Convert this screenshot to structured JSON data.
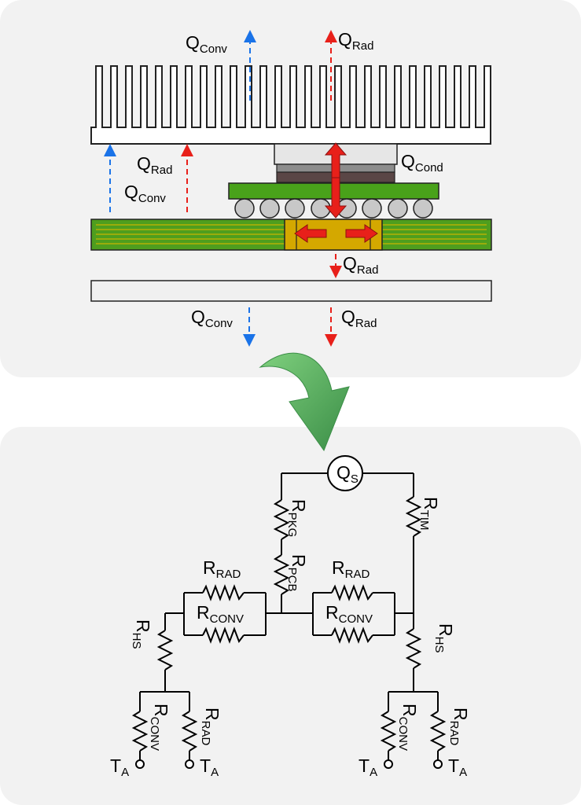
{
  "thermal_stack": {
    "labels": {
      "q_conv_top": {
        "main": "Q",
        "sub": "Conv"
      },
      "q_rad_top": {
        "main": "Q",
        "sub": "Rad"
      },
      "q_rad_side": {
        "main": "Q",
        "sub": "Rad"
      },
      "q_conv_side": {
        "main": "Q",
        "sub": "Conv"
      },
      "q_cond": {
        "main": "Q",
        "sub": "Cond"
      },
      "q_rad_mid": {
        "main": "Q",
        "sub": "Rad"
      },
      "q_conv_bottom": {
        "main": "Q",
        "sub": "Conv"
      },
      "q_rad_bottom": {
        "main": "Q",
        "sub": "Rad"
      }
    },
    "colors": {
      "heatsink_fill": "#ffffff",
      "panel_bg": "#f2f2f2",
      "conv_arrow": "#1a73e8",
      "rad_arrow": "#e8201a",
      "pcb_green": "#4e9e1e",
      "pcb_trace": "#c8b400",
      "package_green": "#49a21a",
      "ball_gray": "#c8c8c8",
      "tim_dark": "#5a4646",
      "tim_gray": "#8c8c8c",
      "via_gold": "#d4a800",
      "transition_arrow": "#4aa84f"
    }
  },
  "thermal_network": {
    "source": {
      "main": "Q",
      "sub": "S"
    },
    "resistors": {
      "r_pkg": {
        "main": "R",
        "sub": "PKG"
      },
      "r_tim": {
        "main": "R",
        "sub": "TIM"
      },
      "r_pcb": {
        "main": "R",
        "sub": "PCB"
      },
      "r_rad_left": {
        "main": "R",
        "sub": "RAD"
      },
      "r_conv_left": {
        "main": "R",
        "sub": "CONV"
      },
      "r_rad_right": {
        "main": "R",
        "sub": "RAD"
      },
      "r_conv_right": {
        "main": "R",
        "sub": "CONV"
      },
      "r_hs_left": {
        "main": "R",
        "sub": "HS"
      },
      "r_hs_right": {
        "main": "R",
        "sub": "HS"
      },
      "r_conv_ll": {
        "main": "R",
        "sub": "CONV"
      },
      "r_rad_ll": {
        "main": "R",
        "sub": "RAD"
      },
      "r_conv_rl": {
        "main": "R",
        "sub": "CONV"
      },
      "r_rad_rl": {
        "main": "R",
        "sub": "RAD"
      }
    },
    "ambients": {
      "ta_1": {
        "main": "T",
        "sub": "A"
      },
      "ta_2": {
        "main": "T",
        "sub": "A"
      },
      "ta_3": {
        "main": "T",
        "sub": "A"
      },
      "ta_4": {
        "main": "T",
        "sub": "A"
      }
    }
  }
}
